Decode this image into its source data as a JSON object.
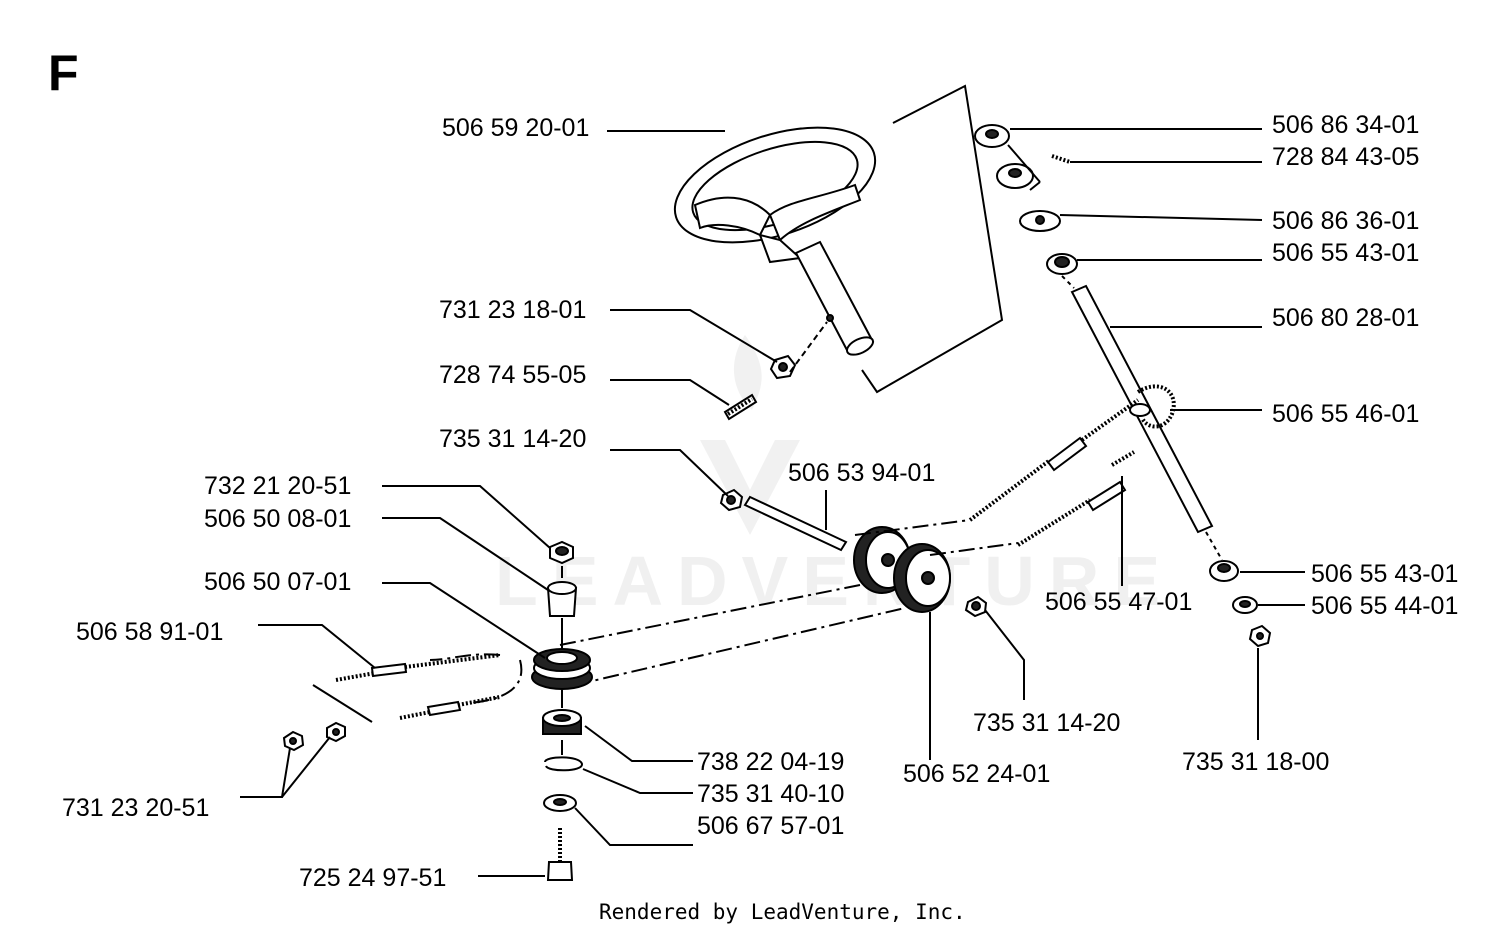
{
  "section_letter": "F",
  "credit": "Rendered by LeadVenture, Inc.",
  "watermark": "LEADVENTURE",
  "part_numbers": {
    "steering_wheel": "506 59 20-01",
    "shaft_nut": "731 23 18-01",
    "shaft_screw": "728 74 55-05",
    "idler_nut_left": "735 31 14-20",
    "idler_shaft": "506 53 94-01",
    "pulley_nut": "732 21 20-51",
    "pulley_bushing": "506 50 08-01",
    "pulley_main": "506 50 07-01",
    "left_cable": "506 58 91-01",
    "cable_nuts": "731 23 20-51",
    "lower_bearing": "738 22 04-19",
    "spring_clip": "735 31 40-10",
    "washer": "506 67 57-01",
    "bolt": "725 24 97-51",
    "idler_pulley": "506 52 24-01",
    "idler_nut_right": "735 31 14-20",
    "cable_link": "506 55 47-01",
    "top_collar": "506 86 34-01",
    "set_screw": "728 84 43-05",
    "top_washer": "506 86 36-01",
    "top_bushing": "506 55 43-01",
    "steering_shaft": "506 80 28-01",
    "sprocket": "506 55 46-01",
    "bottom_bushing": "506 55 43-01",
    "bottom_washer": "506 55 44-01",
    "bottom_nut": "735 31 18-00"
  }
}
